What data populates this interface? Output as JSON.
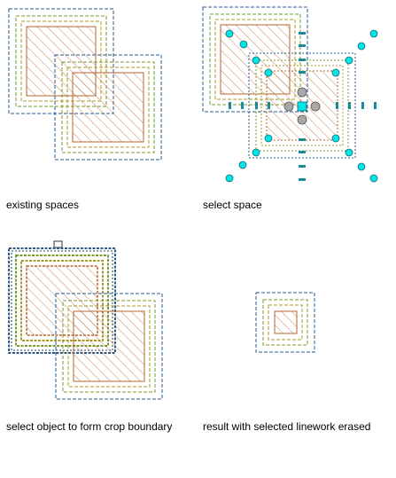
{
  "panels": [
    {
      "id": "existing",
      "caption": "existing spaces"
    },
    {
      "id": "select",
      "caption": "select space"
    },
    {
      "id": "crop",
      "caption": "select object to form crop boundary"
    },
    {
      "id": "result",
      "caption": "result with selected linework erased"
    }
  ],
  "colors": {
    "outer_boundary": "#2a5b8c",
    "middle_boundary": "#7a9a2e",
    "inner_boundary": "#a89a28",
    "hatch": "#b8642e",
    "grip": "#00e5e5",
    "grip_stroke": "#1a6a7a",
    "gray_grip": "#a8a8a8"
  }
}
